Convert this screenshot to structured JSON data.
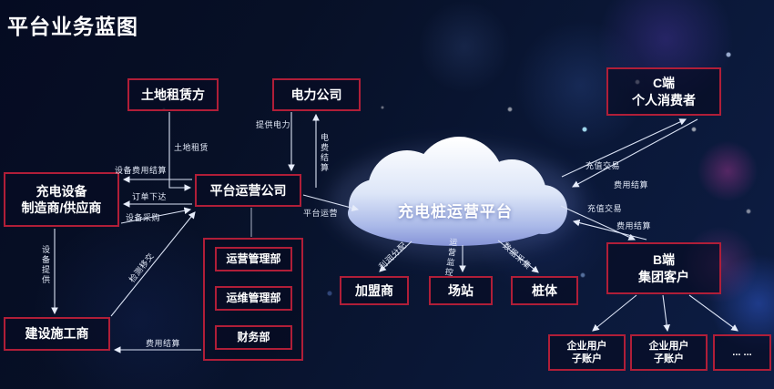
{
  "title": "平台业务蓝图",
  "cloud": {
    "label": "充电桩运营平台"
  },
  "boxes": {
    "land_lessor": "土地租赁方",
    "power_company": "电力公司",
    "equipment_supplier": {
      "line1": "充电设备",
      "line2": "制造商/供应商"
    },
    "platform_operator": "平台运营公司",
    "dept_operation": "运营管理部",
    "dept_maintenance": "运维管理部",
    "dept_finance": "财务部",
    "constructor": "建设施工商",
    "franchisee": "加盟商",
    "station": "场站",
    "pile": "桩体",
    "c_end": {
      "line1": "C端",
      "line2": "个人消费者"
    },
    "b_end": {
      "line1": "B端",
      "line2": "集团客户"
    },
    "sub_account_1": {
      "line1": "企业用户",
      "line2": "子账户"
    },
    "sub_account_2": {
      "line1": "企业用户",
      "line2": "子账户"
    },
    "more": "... ..."
  },
  "edge_labels": {
    "land_lease": "土地租赁",
    "provide_power": "提供电力",
    "power_fee_settlement": "电费结算",
    "equipment_fee_settlement": "设备费用结算",
    "order_placement": "订单下达",
    "equipment_procurement": "设备采购",
    "equipment_provision": "设备提供",
    "inspection_handover": "检测移交",
    "construction_fee_settlement": "费用结算",
    "platform_operation": "平台运营",
    "profit_distribution": "利润分配",
    "operation_monitoring": "运营监控",
    "data_collection": "数据采集",
    "c_recharge": "充值交易",
    "c_fee_settlement": "费用结算",
    "b_recharge": "充值交易",
    "b_fee_settlement": "费用结算"
  },
  "colors": {
    "background": "#071029",
    "box_border": "#b01e38",
    "arrow": "#e6ecfa",
    "text": "#ffffff"
  }
}
